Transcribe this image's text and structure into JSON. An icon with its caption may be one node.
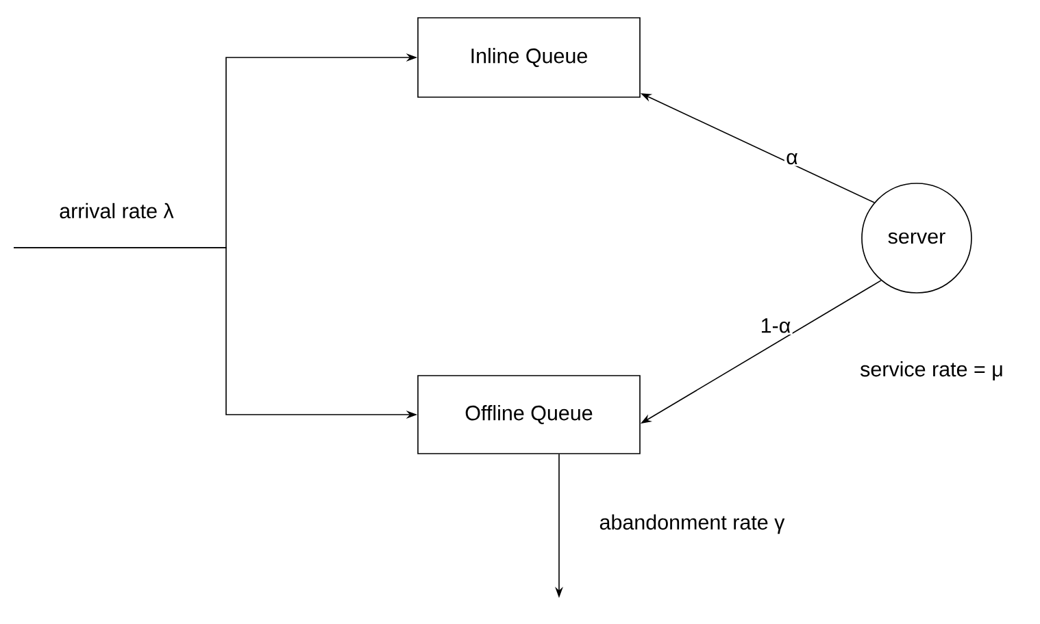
{
  "diagram": {
    "nodes": [
      {
        "text": [
          "Inline Queue"
        ]
      },
      {
        "text": [
          "Offline Queue"
        ]
      },
      {
        "text": [
          "server"
        ],
        "beside": [
          "service rate = μ"
        ]
      }
    ],
    "edges": [
      {
        "from": null,
        "to": 0,
        "arrow": "to",
        "label": "arrival rate λ"
      },
      {
        "from": null,
        "to": 1,
        "arrow": "to"
      },
      {
        "from": 2,
        "to": 0,
        "arrow": "to",
        "label": "α"
      },
      {
        "from": 2,
        "to": 1,
        "arrow": "to",
        "label": "1-α"
      },
      {
        "from": 1,
        "to": null,
        "arrow": "to",
        "label": "abandonment rate γ"
      }
    ]
  }
}
